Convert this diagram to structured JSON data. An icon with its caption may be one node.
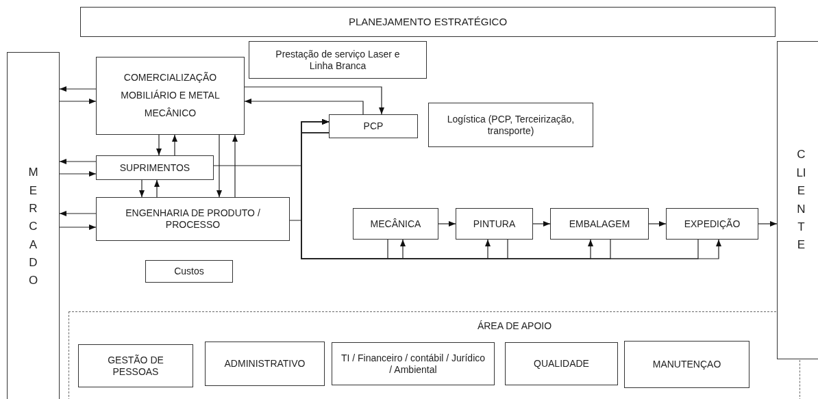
{
  "diagram": {
    "nodes": [
      {
        "text": [
          "PLANEJAMENTO ESTRATÉGICO"
        ]
      },
      {
        "text": [
          "MERCADO"
        ]
      },
      {
        "text": [
          "COMERCIALIZAÇÃO MOBILIÁRIO E METAL MECÂNICO"
        ]
      },
      {
        "text": [
          "Prestação de serviço Laser e Linha Branca"
        ]
      },
      {
        "text": [
          "PCP"
        ]
      },
      {
        "text": [
          "Logística (PCP, Terceirização, transporte)"
        ]
      },
      {
        "text": [
          "SUPRIMENTOS"
        ]
      },
      {
        "text": [
          "ENGENHARIA DE PRODUTO / PROCESSO"
        ]
      },
      {
        "text": [
          "Custos"
        ]
      },
      {
        "text": [
          "MECÂNICA"
        ]
      },
      {
        "text": [
          "PINTURA"
        ]
      },
      {
        "text": [
          "EMBALAGEM"
        ]
      },
      {
        "text": [
          "EXPEDIÇÃO"
        ]
      },
      {
        "text": [
          "CLIENTE"
        ]
      },
      {
        "text": [
          "ÁREA DE APOIO"
        ]
      },
      {
        "text": [
          "GESTÃO DE PESSOAS"
        ],
        "in": 14
      },
      {
        "text": [
          "ADMINISTRATIVO"
        ],
        "in": 14
      },
      {
        "text": [
          "TI / Financeiro / contábil / Jurídico / Ambiental"
        ],
        "in": 14
      },
      {
        "text": [
          "QUALIDADE"
        ],
        "in": 14
      },
      {
        "text": [
          "MANUTENÇAO"
        ],
        "in": 14
      }
    ],
    "edges": [
      {
        "from": 2,
        "to": 1,
        "arrow": "to"
      },
      {
        "from": 1,
        "to": 2,
        "arrow": "to"
      },
      {
        "from": 6,
        "to": 1,
        "arrow": "to"
      },
      {
        "from": 1,
        "to": 6,
        "arrow": "to"
      },
      {
        "from": 7,
        "to": 1,
        "arrow": "to"
      },
      {
        "from": 1,
        "to": 7,
        "arrow": "to"
      },
      {
        "from": 2,
        "to": 6,
        "arrow": "to"
      },
      {
        "from": 6,
        "to": 2,
        "arrow": "to"
      },
      {
        "from": 6,
        "to": 7,
        "arrow": "to"
      },
      {
        "from": 7,
        "to": 6,
        "arrow": "to"
      },
      {
        "from": 2,
        "to": 7,
        "arrow": "to"
      },
      {
        "from": 7,
        "to": 2,
        "arrow": "to"
      },
      {
        "from": 2,
        "to": 4,
        "arrow": "to"
      },
      {
        "from": 4,
        "to": 2,
        "arrow": "to"
      },
      {
        "from": 6,
        "to": 4,
        "arrow": "to"
      },
      {
        "from": 7,
        "to": 4,
        "arrow": "to"
      },
      {
        "from": 4,
        "to": 9,
        "arrow": "to"
      },
      {
        "from": 9,
        "to": 4,
        "arrow": "to"
      },
      {
        "from": 4,
        "to": 10,
        "arrow": "to"
      },
      {
        "from": 10,
        "to": 4,
        "arrow": "to"
      },
      {
        "from": 4,
        "to": 11,
        "arrow": "to"
      },
      {
        "from": 11,
        "to": 4,
        "arrow": "to"
      },
      {
        "from": 4,
        "to": 12,
        "arrow": "to"
      },
      {
        "from": 12,
        "to": 4,
        "arrow": "to"
      },
      {
        "from": 9,
        "to": 10,
        "arrow": "to"
      },
      {
        "from": 10,
        "to": 11,
        "arrow": "to"
      },
      {
        "from": 11,
        "to": 12,
        "arrow": "to"
      },
      {
        "from": 12,
        "to": 13,
        "arrow": "to"
      }
    ]
  }
}
